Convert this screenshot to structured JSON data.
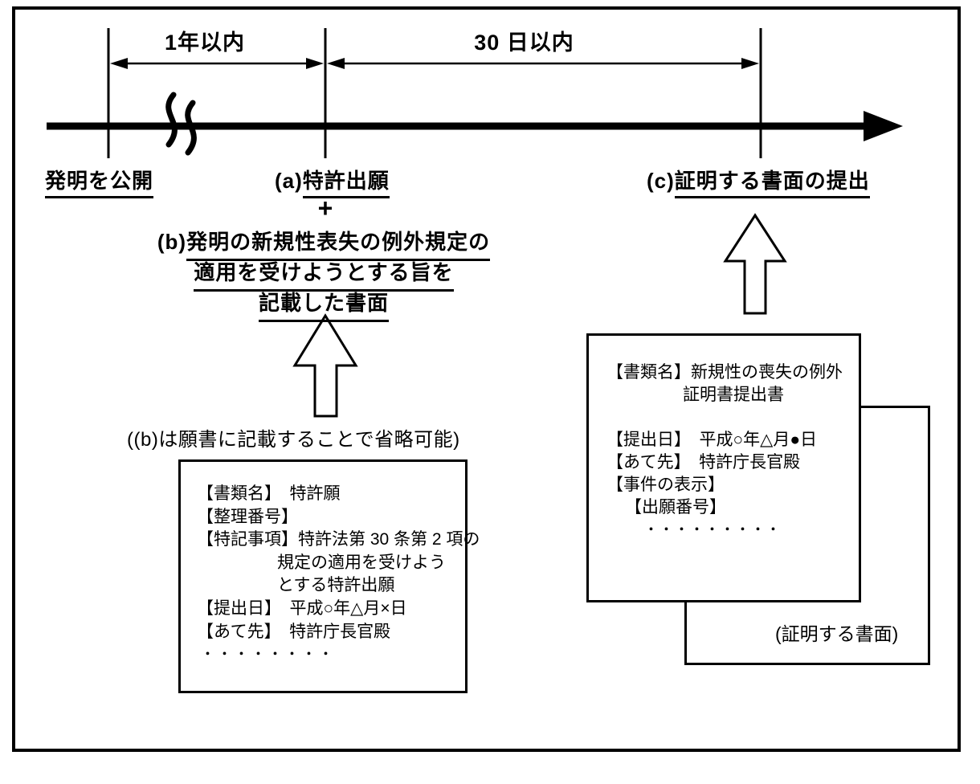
{
  "diagram": {
    "timeline": {
      "span1_label": "1年以内",
      "span2_label": "30 日以内"
    },
    "events": {
      "publish": "発明を公開",
      "a_prefix": "(a)",
      "a_label": "特許出願",
      "plus": "+",
      "b_prefix": "(b)",
      "b_line1": "発明の新規性表失の例外規定の",
      "b_line2": "適用を受けようとする旨を",
      "b_line3": "記載した書面",
      "c_prefix": "(c)",
      "c_label": "証明する書面の提出"
    },
    "note": "((b)は願書に記載することで省略可能)",
    "application_doc": {
      "line1": "【書類名】　特許願",
      "line2": "【整理番号】",
      "line3": "【特記事項】特許法第 30 条第 2 項の",
      "line4": "規定の適用を受けよう",
      "line5": "とする特許出願",
      "line6": "【提出日】　平成○年△月×日",
      "line7": "【あて先】　特許庁長官殿",
      "line8": "・・・・・・・・"
    },
    "certificate_doc": {
      "line1": "【書類名】新規性の喪失の例外",
      "line2": "証明書提出書",
      "line3": "【提出日】　平成○年△月●日",
      "line4": "【あて先】　特許庁長官殿",
      "line5": "【事件の表示】",
      "line6": "【出願番号】",
      "line7": "・・・・・・・・・"
    },
    "backsheet_label": "(証明する書面)",
    "colors": {
      "ink": "#000000",
      "paper": "#ffffff"
    }
  }
}
